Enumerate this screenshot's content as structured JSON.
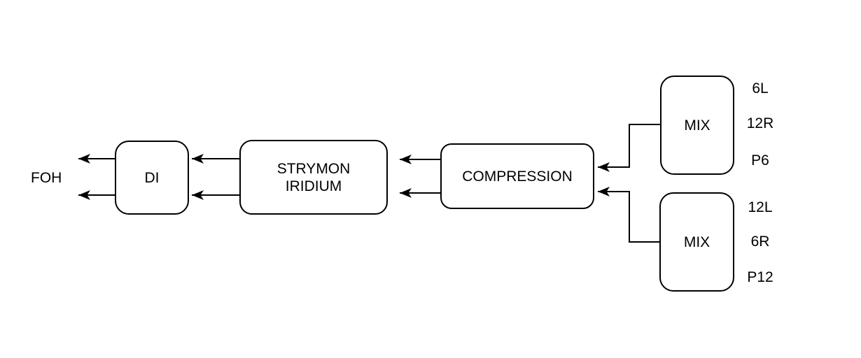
{
  "colors": {
    "stroke": "#000000",
    "background": "#ffffff"
  },
  "nodes": {
    "foh_label": "FOH",
    "di": "DI",
    "strymon_line1": "STRYMON",
    "strymon_line2": "IRIDIUM",
    "compression": "COMPRESSION",
    "mix_top": "MIX",
    "mix_bottom": "MIX"
  },
  "mix_top_ports": {
    "port1": "6L",
    "port2": "12R",
    "port3": "P6"
  },
  "mix_bottom_ports": {
    "port1": "12L",
    "port2": "6R",
    "port3": "P12"
  },
  "connections": [
    {
      "from": "MIX (top)",
      "to": "COMPRESSION",
      "lines": 1
    },
    {
      "from": "MIX (bottom)",
      "to": "COMPRESSION",
      "lines": 1
    },
    {
      "from": "COMPRESSION",
      "to": "STRYMON IRIDIUM",
      "lines": 2
    },
    {
      "from": "STRYMON IRIDIUM",
      "to": "DI",
      "lines": 2
    },
    {
      "from": "DI",
      "to": "FOH",
      "lines": 2
    }
  ]
}
